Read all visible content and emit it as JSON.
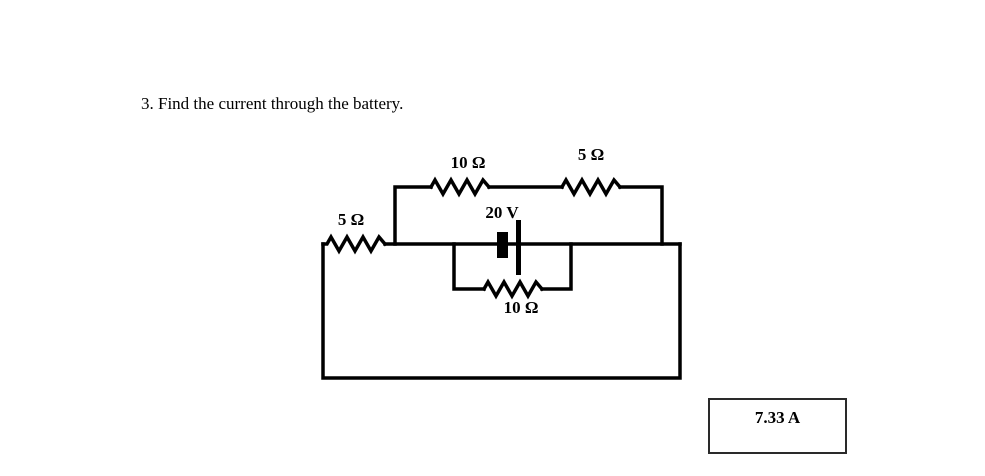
{
  "problem": {
    "title": "3. Find the current through the battery."
  },
  "circuit": {
    "battery_label": "20 V",
    "top_resistor_left_label": "10 Ω",
    "top_resistor_right_label": "5 Ω",
    "left_resistor_label": "5 Ω",
    "bottom_resistor_label": "10 Ω"
  },
  "answer": {
    "value": "7.33 A"
  },
  "colors": {
    "wire": "#000000",
    "text": "#000000",
    "background": "#ffffff",
    "answer_box_border": "#2a2a2a"
  }
}
